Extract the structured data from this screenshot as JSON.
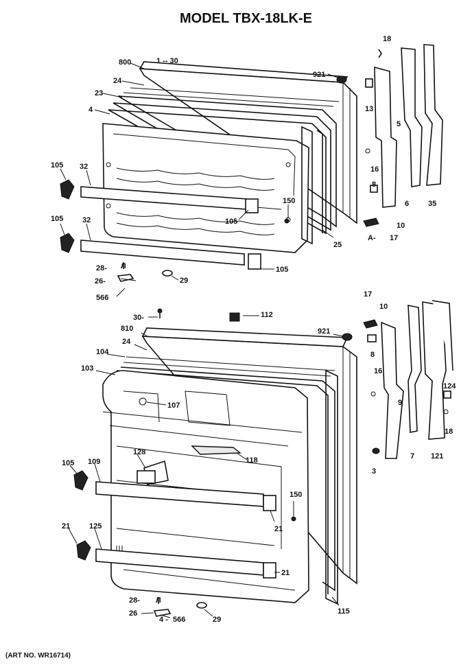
{
  "title": "MODEL TBX-18LK-E",
  "art_number": "(ART NO. WR16714)",
  "labels": {
    "l18a": "18",
    "l800": "800",
    "l1_30": "1 -- 30",
    "l921a": "921",
    "l24a": "24",
    "l23": "23",
    "l4": "4",
    "l13": "13",
    "l5": "5",
    "l16a": "16",
    "l105a": "105",
    "l32a": "32",
    "l150a": "150",
    "l8a": "8",
    "l105b": "105",
    "l105c": "105",
    "l32b": "32",
    "l25": "25",
    "l6": "6",
    "l35": "35",
    "l10a": "10",
    "l17a": "17",
    "l28a": "28-",
    "l105d": "105",
    "l26a": "26-",
    "l29a": "29",
    "l566a": "566",
    "l17b": "17",
    "l10b": "10",
    "l30": "30-",
    "l112": "112",
    "l810": "810",
    "l921b": "921",
    "l24b": "24",
    "l8b": "8",
    "l104": "104",
    "l103": "103",
    "l16b": "16",
    "l107": "107",
    "l124": "124",
    "l9": "9",
    "l18b": "18",
    "l128": "128",
    "l118": "118",
    "l3": "3",
    "l7": "7",
    "l121": "121",
    "l105e": "105",
    "l109": "109",
    "l150b": "150",
    "l21a": "21",
    "l21b": "21",
    "l125": "125",
    "l21c": "21",
    "l28b": "28-",
    "l26b": "26",
    "l566b": "566",
    "l29b": "29",
    "l115": "115"
  }
}
